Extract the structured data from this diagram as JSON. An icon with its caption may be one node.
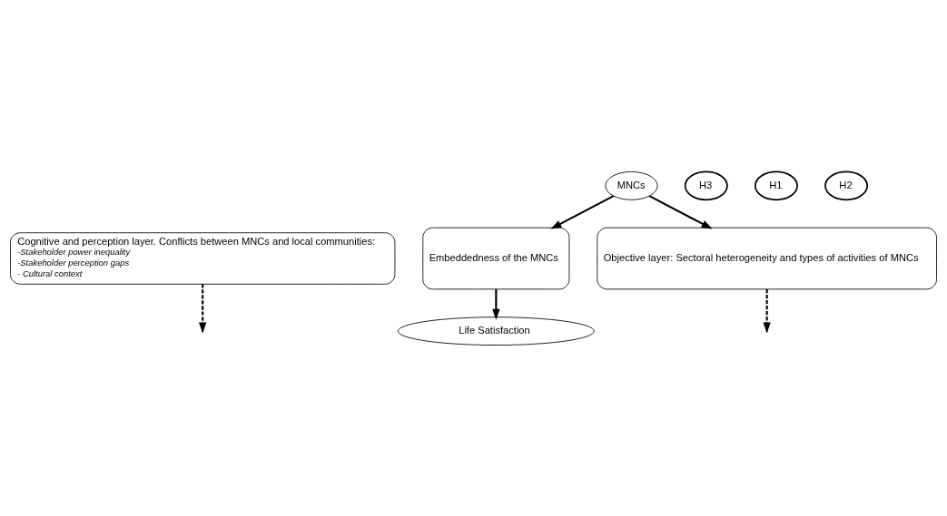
{
  "diagram": {
    "nodes": [
      {
        "text": [
          "MNCs"
        ]
      },
      {
        "text": [
          "Cognitive and perception layer. Conflicts between MNCs and local communities:",
          "-Stakeholder power inequality",
          "-Stakeholder perception gaps",
          "- Cultural context"
        ]
      },
      {
        "text": [
          "Embeddedness of the MNCs"
        ]
      },
      {
        "text": [
          "Objective layer: Sectoral heterogeneity and types of activities of MNCs"
        ]
      },
      {
        "text": [
          "H1"
        ]
      },
      {
        "text": [
          "H3"
        ]
      },
      {
        "text": [
          "H2"
        ]
      },
      {
        "text": [
          "Life Satisfaction"
        ]
      }
    ],
    "edges": [
      {
        "from": 0,
        "to": 2,
        "arrow": "to"
      },
      {
        "from": 0,
        "to": 3,
        "arrow": "to"
      },
      {
        "from": 2,
        "to": 7,
        "arrow": "to"
      },
      {
        "from": 1,
        "to": null,
        "arrow": "to",
        "style": "dashed"
      },
      {
        "from": 3,
        "to": null,
        "arrow": "to",
        "style": "dashed"
      }
    ]
  }
}
